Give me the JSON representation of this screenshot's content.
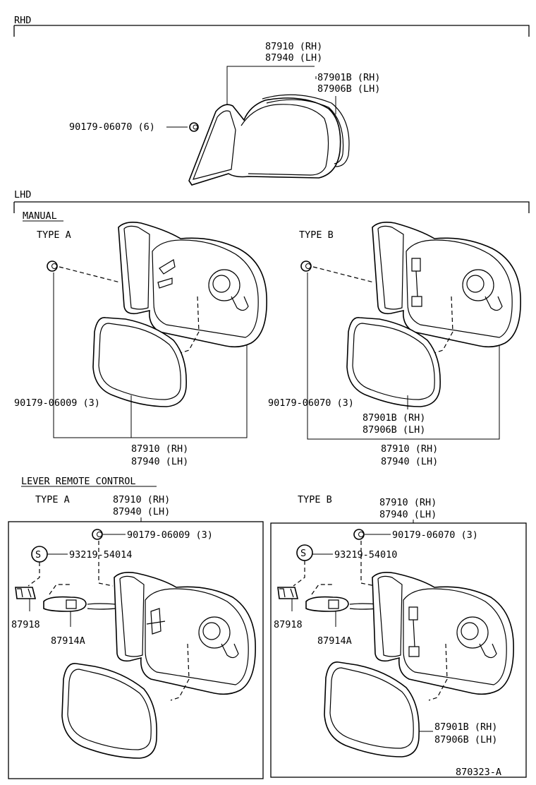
{
  "sections": {
    "rhd": "RHD",
    "lhd": "LHD",
    "manual": "MANUAL",
    "lever": "LEVER REMOTE CONTROL"
  },
  "types": {
    "a": "TYPE A",
    "b": "TYPE B"
  },
  "parts": {
    "mirror_rh": "87910 (RH)",
    "mirror_lh": "87940 (LH)",
    "glass_rh": "87901B (RH)",
    "glass_lh": "87906B (LH)",
    "nut_6": "90179-06070 (6)",
    "nut_a3": "90179-06009 (3)",
    "nut_b3": "90179-06070 (3)",
    "screw_a": "93219-54014",
    "screw_b": "93219-54010",
    "knob": "87918",
    "lever": "87914A"
  },
  "figure_code": "870323-A"
}
